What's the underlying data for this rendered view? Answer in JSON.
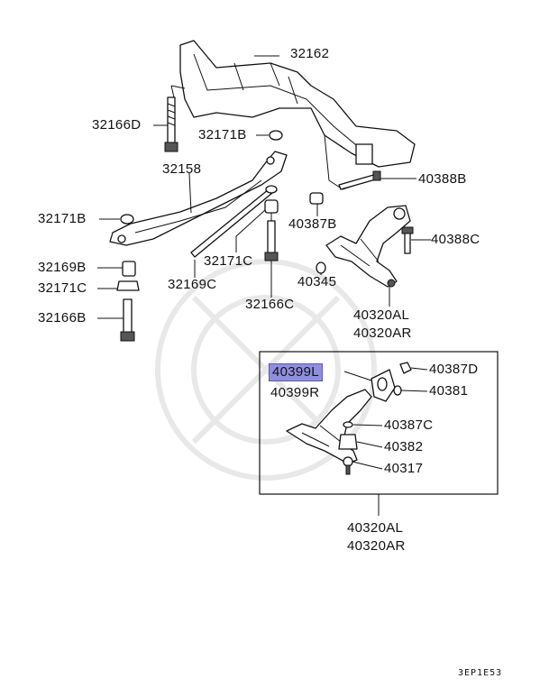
{
  "labels": {
    "p32162": "32162",
    "p32166D": "32166D",
    "p32171B_top": "32171B",
    "p32158": "32158",
    "p32171B_left": "32171B",
    "p40388B": "40388B",
    "p40387B": "40387B",
    "p40388C": "40388C",
    "p32171C_mid": "32171C",
    "p32169B": "32169B",
    "p32171C_left": "32171C",
    "p40345": "40345",
    "p32169C": "32169C",
    "p32166C": "32166C",
    "p32166B": "32166B",
    "p40320AL_top": "40320AL",
    "p40320AR_top": "40320AR",
    "p40399L": "40399L",
    "p40399R": "40399R",
    "p40387D": "40387D",
    "p40381": "40381",
    "p40387C": "40387C",
    "p40382": "40382",
    "p40317": "40317",
    "p40320AL_bottom": "40320AL",
    "p40320AR_bottom": "40320AR"
  },
  "diagram_code": "3EP1E53",
  "highlight_color": "#8f8fe0"
}
